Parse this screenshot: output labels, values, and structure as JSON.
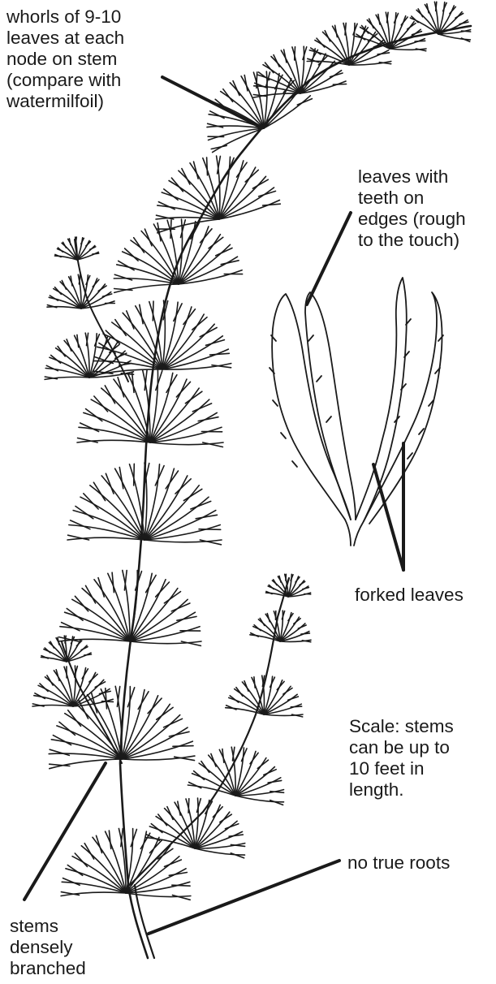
{
  "labels": {
    "whorls": [
      "whorls of 9-10",
      "leaves at each",
      "node on stem",
      "(compare with",
      "watermilfoil)"
    ],
    "teeth": [
      "leaves with",
      "teeth on",
      "edges (rough",
      "to the touch)"
    ],
    "forked": [
      "forked leaves"
    ],
    "scale": [
      "Scale: stems",
      "can be up to",
      "10 feet in",
      "length."
    ],
    "roots": [
      "no true roots"
    ],
    "branched": [
      "stems",
      "densely",
      "branched"
    ]
  },
  "colors": {
    "ink": "#1a1a1a",
    "paper": "#ffffff"
  }
}
